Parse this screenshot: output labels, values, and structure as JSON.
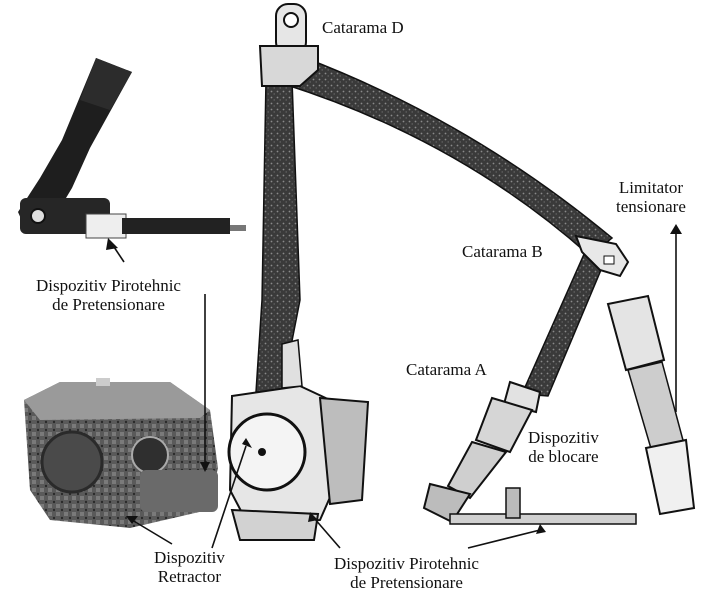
{
  "labels": {
    "buckle_d": "Catarama D",
    "limiter_line1": "Limitator",
    "limiter_line2": "tensionare",
    "buckle_b": "Catarama B",
    "pyro_top_line1": "Dispozitiv Pirotehnic",
    "pyro_top_line2": "de Pretensionare",
    "buckle_a": "Catarama A",
    "lock_line1": "Dispozitiv",
    "lock_line2": "de blocare",
    "retractor_line1": "Dispozitiv",
    "retractor_line2": "Retractor",
    "pyro_bottom_line1": "Dispozitiv Pirotehnic",
    "pyro_bottom_line2": "de Pretensionare"
  },
  "colors": {
    "ink": "#111111",
    "belt": "#2b2b2b",
    "metal": "#d8d8d8",
    "photo_dark": "#3a3a3a",
    "photo_light": "#9a9a9a"
  }
}
